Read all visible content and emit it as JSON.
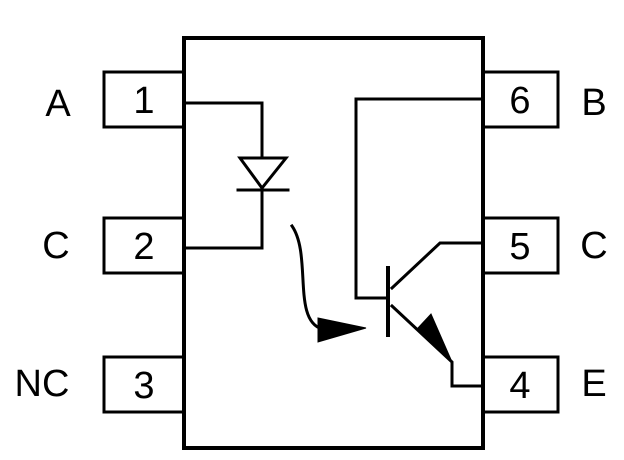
{
  "pins": [
    {
      "number": "1",
      "label": "A"
    },
    {
      "number": "2",
      "label": "C"
    },
    {
      "number": "3",
      "label": "NC"
    },
    {
      "number": "4",
      "label": "E"
    },
    {
      "number": "5",
      "label": "C"
    },
    {
      "number": "6",
      "label": "B"
    }
  ],
  "colors": {
    "line": "#000000",
    "background": "#ffffff"
  },
  "icons": {
    "emitter": "led-diode-icon",
    "detector": "npn-phototransistor-icon",
    "light_path": "curved-light-arrow-icon"
  }
}
